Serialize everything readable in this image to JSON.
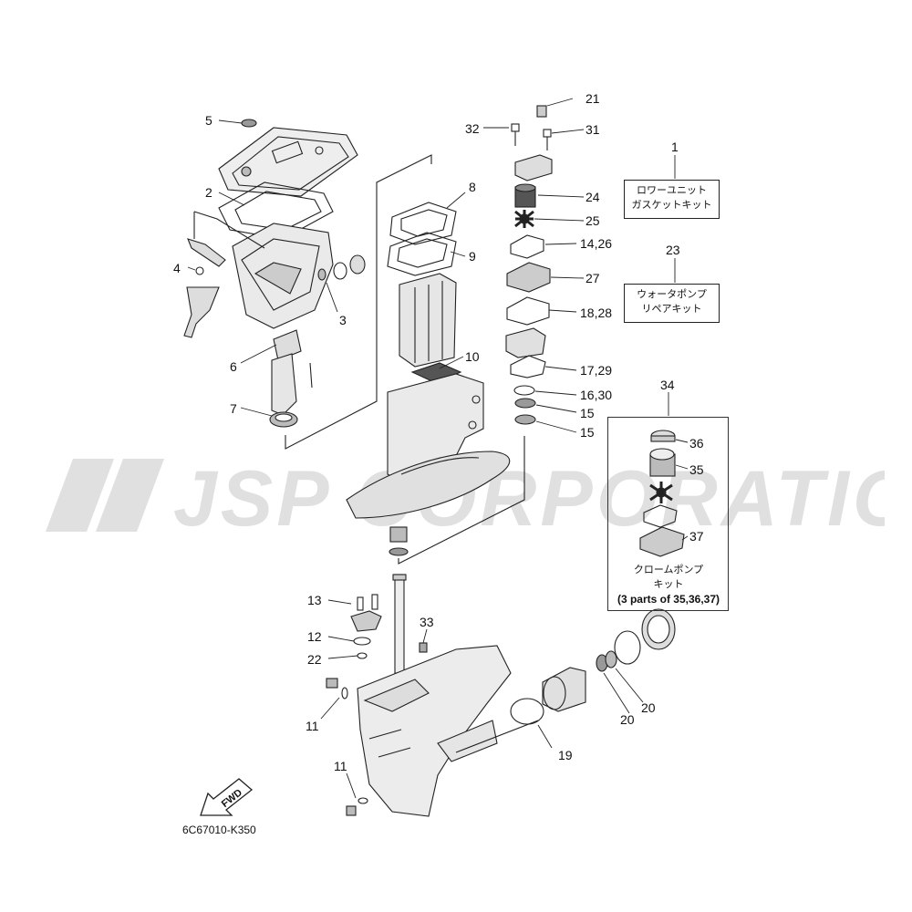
{
  "watermark_text": "JSP CORPORATION",
  "diagram_code": "6C67010-K350",
  "fwd_label": "FWD",
  "callouts": {
    "c1": "1",
    "c2": "2",
    "c3": "3",
    "c4": "4",
    "c5": "5",
    "c6": "6",
    "c7": "7",
    "c8": "8",
    "c9": "9",
    "c10": "10",
    "c11a": "11",
    "c11b": "11",
    "c12": "12",
    "c13": "13",
    "c14_26": "14,26",
    "c15a": "15",
    "c15b": "15",
    "c16_30": "16,30",
    "c17_29": "17,29",
    "c18_28": "18,28",
    "c19": "19",
    "c20a": "20",
    "c20b": "20",
    "c21": "21",
    "c22": "22",
    "c23": "23",
    "c24": "24",
    "c25": "25",
    "c27": "27",
    "c31": "31",
    "c32": "32",
    "c33": "33",
    "c34": "34",
    "c35": "35",
    "c36": "36",
    "c37": "37"
  },
  "boxes": {
    "gasket_kit": {
      "line1": "ロワーユニット",
      "line2": "ガスケットキット"
    },
    "water_pump_kit": {
      "line1": "ウォータポンプ",
      "line2": "リペアキット"
    },
    "chrome_pump_kit": {
      "line1": "クロームポンプ",
      "line2": "キット",
      "line3": "(3 parts of 35,36,37)"
    }
  },
  "colors": {
    "line": "#222222",
    "watermark": "#d6d6d6",
    "part_fill": "#e4e4e4",
    "part_dark": "#9a9a9a"
  }
}
